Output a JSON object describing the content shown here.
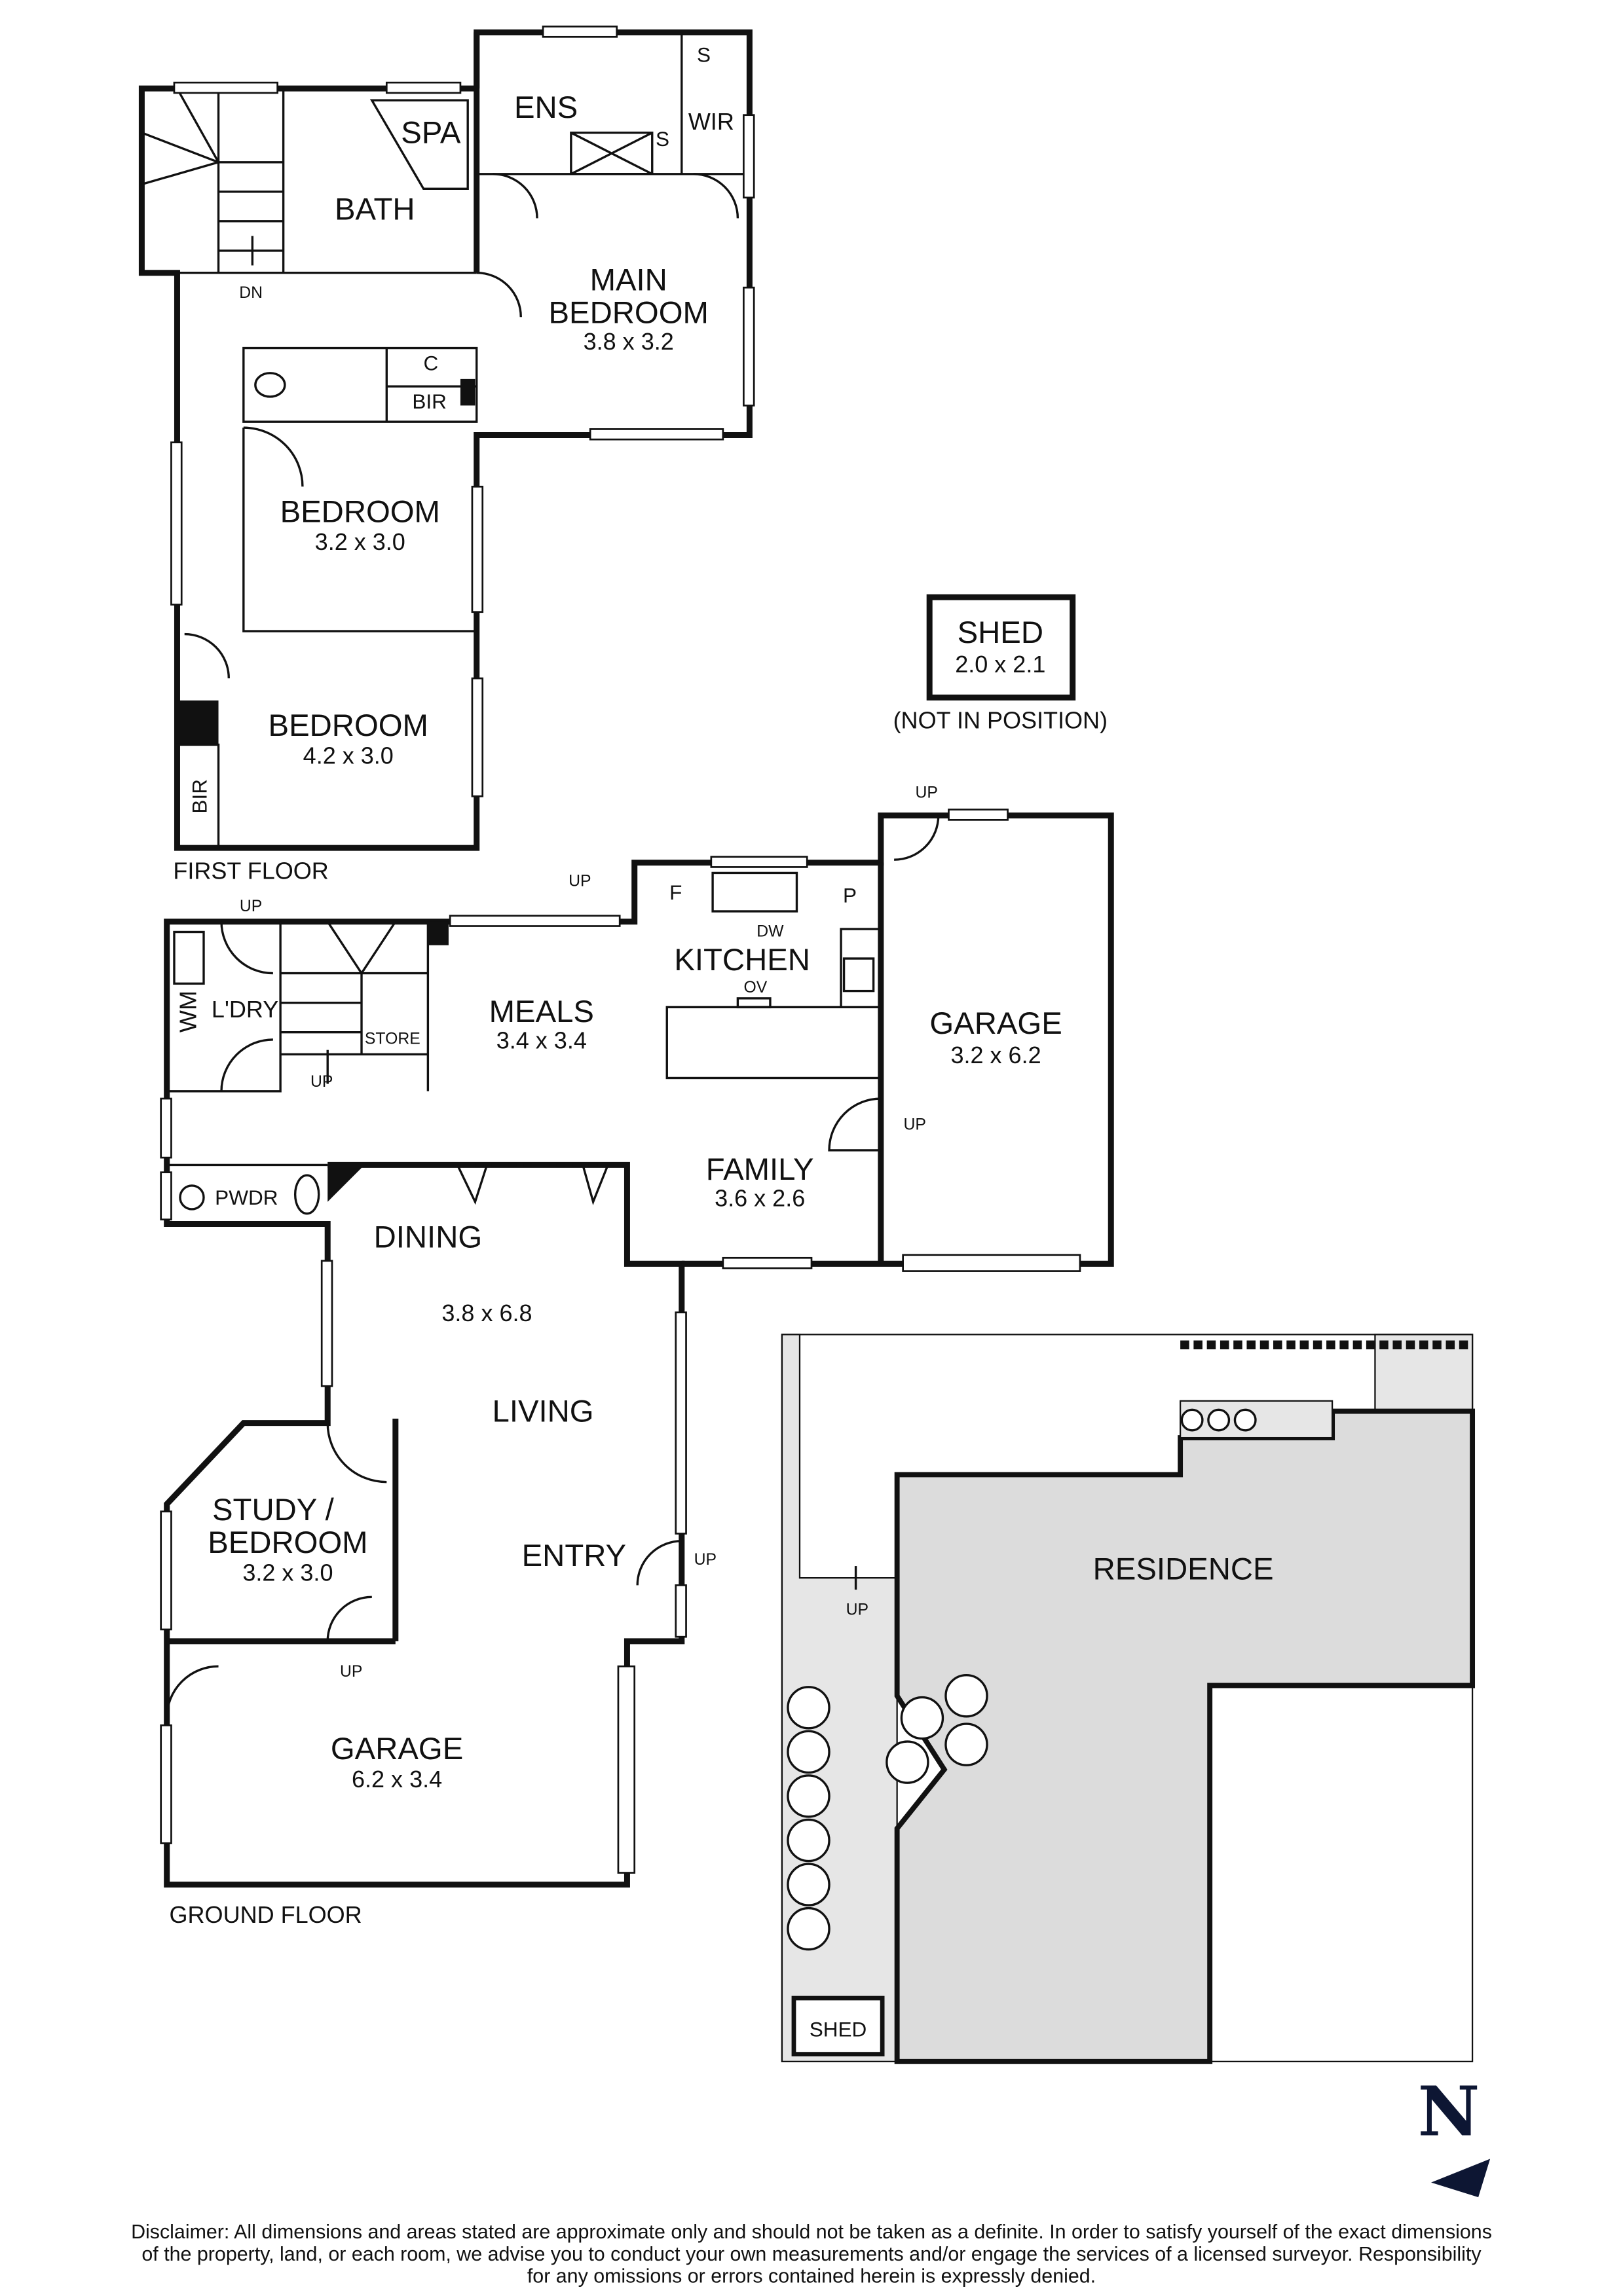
{
  "first_floor": {
    "label": "FIRST FLOOR",
    "rooms": {
      "spa": "SPA",
      "ens": "ENS",
      "s1": "S",
      "s2": "S",
      "wir": "WIR",
      "bath": "BATH",
      "dn": "DN",
      "main_bedroom_1": "MAIN",
      "main_bedroom_2": "BEDROOM",
      "main_bedroom_dim": "3.8 x 3.2",
      "c": "C",
      "bir1": "BIR",
      "bedroom2": "BEDROOM",
      "bedroom2_dim": "3.2 x 3.0",
      "bedroom3": "BEDROOM",
      "bedroom3_dim": "4.2 x 3.0",
      "bir2": "BIR"
    }
  },
  "shed": {
    "name": "SHED",
    "dim": "2.0 x 2.1",
    "note": "(NOT IN POSITION)"
  },
  "ground_floor": {
    "label": "GROUND FLOOR",
    "rooms": {
      "up_garage_top": "UP",
      "up_meals": "UP",
      "up_ldry": "UP",
      "up_stairs": "UP",
      "f": "F",
      "p": "P",
      "dw": "DW",
      "kitchen": "KITCHEN",
      "ov": "OV",
      "wm": "WM",
      "ldry": "L'DRY",
      "store": "STORE",
      "meals": "MEALS",
      "meals_dim": "3.4 x 3.4",
      "garage1": "GARAGE",
      "garage1_dim": "3.2 x 6.2",
      "up_family": "UP",
      "family": "FAMILY",
      "family_dim": "3.6 x 2.6",
      "pwdr": "PWDR",
      "dining": "DINING",
      "living_dim": "3.8 x 6.8",
      "living": "LIVING",
      "study_1": "STUDY /",
      "study_2": "BEDROOM",
      "study_dim": "3.2 x 3.0",
      "entry": "ENTRY",
      "up_entry": "UP",
      "up_study": "UP",
      "garage2": "GARAGE",
      "garage2_dim": "6.2 x 3.4"
    }
  },
  "site_plan": {
    "residence": "RESIDENCE",
    "up": "UP",
    "shed": "SHED"
  },
  "compass": {
    "label": "N",
    "color": "#0d1633"
  },
  "disclaimer": [
    "Disclaimer: All dimensions and areas stated are approximate only and should not be taken as a definite. In order to satisfy yourself of the exact dimensions",
    "of the property, land, or each room, we advise you to conduct your own measurements and/or engage the services of a licensed surveyor. Responsibility",
    "for any omissions or errors contained herein is expressly denied."
  ],
  "colors": {
    "walls": "#111111",
    "site_fill": "#e6e6e6",
    "residence_fill": "#dcdcdc"
  }
}
